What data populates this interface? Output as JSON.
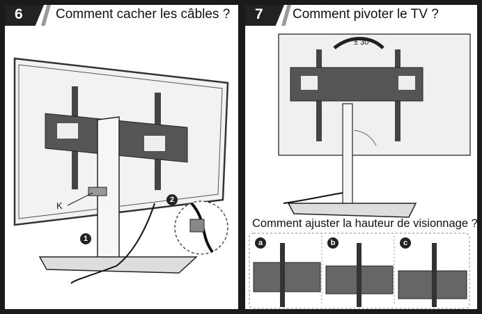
{
  "step6": {
    "number": "6",
    "title": "Comment cacher les câbles ?",
    "label_k": "K",
    "marker_1": "1",
    "marker_2": "2"
  },
  "step7": {
    "number": "7",
    "title": "Comment pivoter le TV ?",
    "rotation": "± 30°",
    "subtitle": "Comment ajuster la hauteur de visionnage ?",
    "options": [
      {
        "label": "a"
      },
      {
        "label": "b"
      },
      {
        "label": "c"
      }
    ]
  }
}
